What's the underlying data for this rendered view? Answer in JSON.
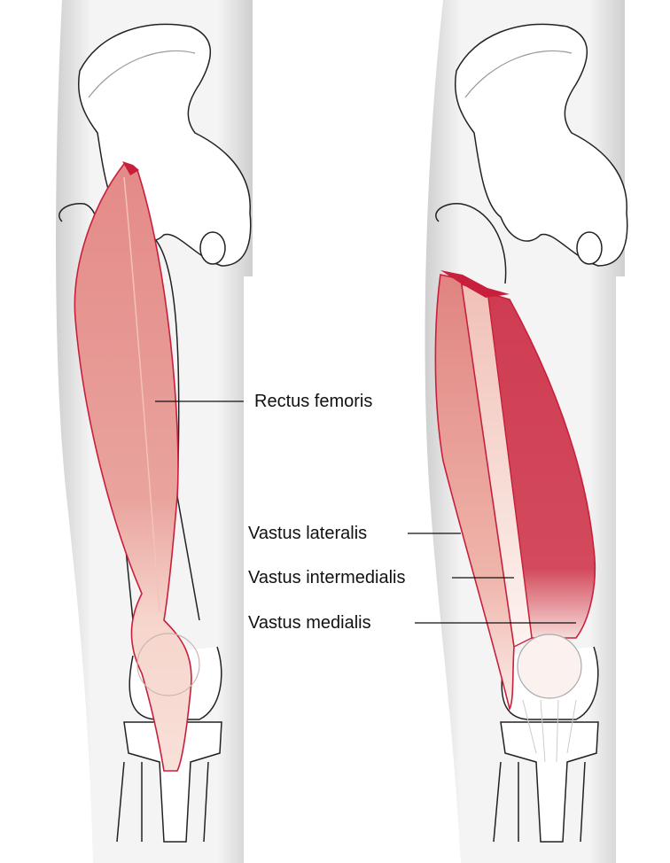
{
  "labels": {
    "rectus_femoris": "Rectus femoris",
    "vastus_lateralis": "Vastus lateralis",
    "vastus_intermedialis": "Vastus intermedialis",
    "vastus_medialis": "Vastus medialis"
  },
  "colors": {
    "muscle_light": "#e89a96",
    "muscle_dark": "#d0455a",
    "muscle_outline": "#c8203c",
    "tendon": "#f8ddd6",
    "skin_shadow": "#d6d6d6",
    "bone_outline": "#222222"
  }
}
